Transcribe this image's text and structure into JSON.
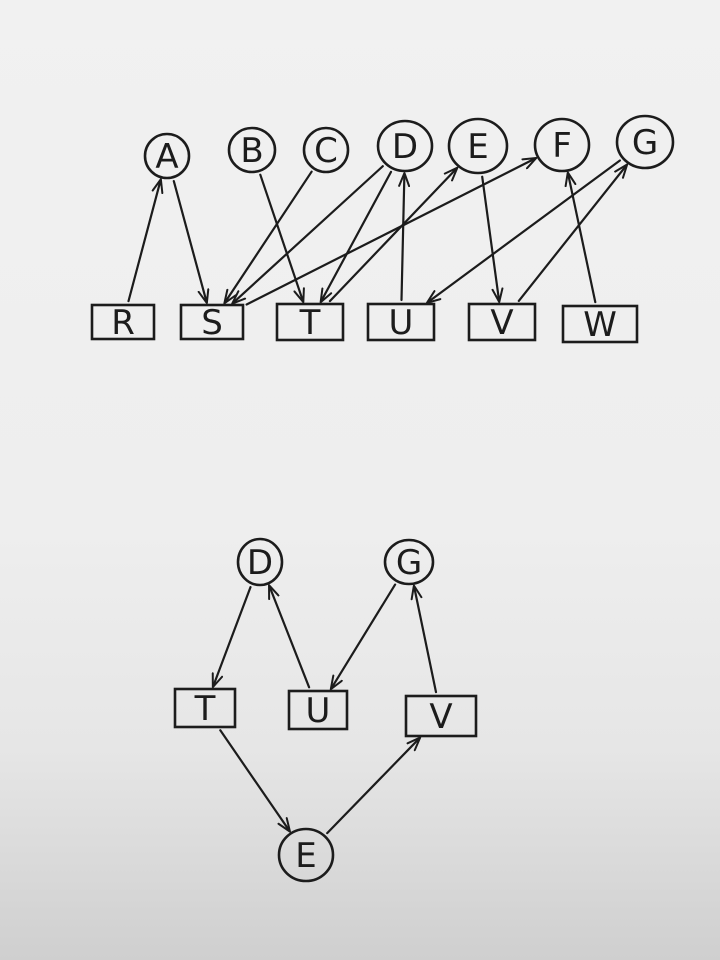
{
  "diagram": {
    "top_graph": {
      "nodes": [
        {
          "id": "A",
          "label": "A",
          "shape": "circle"
        },
        {
          "id": "B",
          "label": "B",
          "shape": "circle"
        },
        {
          "id": "C",
          "label": "C",
          "shape": "circle"
        },
        {
          "id": "D",
          "label": "D",
          "shape": "circle"
        },
        {
          "id": "E",
          "label": "E",
          "shape": "circle"
        },
        {
          "id": "F",
          "label": "F",
          "shape": "circle"
        },
        {
          "id": "G",
          "label": "G",
          "shape": "circle"
        },
        {
          "id": "R",
          "label": "R",
          "shape": "box"
        },
        {
          "id": "S",
          "label": "S",
          "shape": "box"
        },
        {
          "id": "T",
          "label": "T",
          "shape": "box"
        },
        {
          "id": "U",
          "label": "U",
          "shape": "box"
        },
        {
          "id": "V",
          "label": "V",
          "shape": "box"
        },
        {
          "id": "W",
          "label": "W",
          "shape": "box"
        }
      ],
      "edges": [
        {
          "from": "R",
          "to": "A"
        },
        {
          "from": "A",
          "to": "S"
        },
        {
          "from": "B",
          "to": "T"
        },
        {
          "from": "C",
          "to": "S"
        },
        {
          "from": "D",
          "to": "S"
        },
        {
          "from": "D",
          "to": "T"
        },
        {
          "from": "U",
          "to": "D"
        },
        {
          "from": "T",
          "to": "E"
        },
        {
          "from": "S",
          "to": "F"
        },
        {
          "from": "E",
          "to": "V"
        },
        {
          "from": "G",
          "to": "U"
        },
        {
          "from": "V",
          "to": "G"
        },
        {
          "from": "W",
          "to": "F"
        }
      ]
    },
    "bottom_graph": {
      "nodes": [
        {
          "id": "D",
          "label": "D",
          "shape": "circle"
        },
        {
          "id": "G",
          "label": "G",
          "shape": "circle"
        },
        {
          "id": "T",
          "label": "T",
          "shape": "box"
        },
        {
          "id": "U",
          "label": "U",
          "shape": "box"
        },
        {
          "id": "V",
          "label": "V",
          "shape": "box"
        },
        {
          "id": "E",
          "label": "E",
          "shape": "circle"
        }
      ],
      "edges": [
        {
          "from": "D",
          "to": "T"
        },
        {
          "from": "U",
          "to": "D"
        },
        {
          "from": "G",
          "to": "U"
        },
        {
          "from": "V",
          "to": "G"
        },
        {
          "from": "T",
          "to": "E"
        },
        {
          "from": "E",
          "to": "V"
        }
      ]
    },
    "colors": {
      "ink": "#1c1c1c",
      "paper": "#efefef"
    }
  }
}
